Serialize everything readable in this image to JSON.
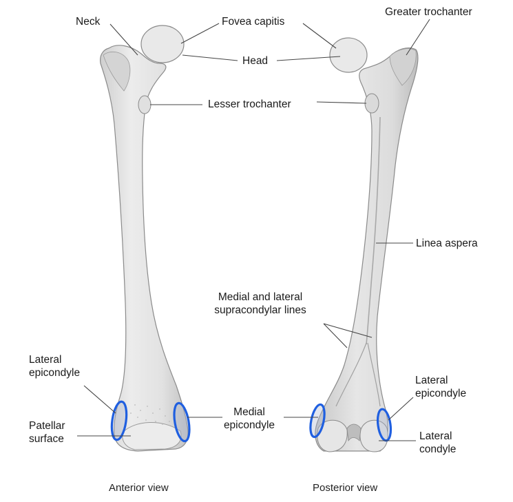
{
  "views": {
    "anterior": "Anterior view",
    "posterior": "Posterior view"
  },
  "labels": {
    "neck": "Neck",
    "fovea_capitis": "Fovea capitis",
    "greater_trochanter": "Greater trochanter",
    "head": "Head",
    "lesser_trochanter": "Lesser trochanter",
    "linea_aspera": "Linea aspera",
    "supracondylar_lines": "Medial and lateral\nsupracondylar lines",
    "lateral_epicondyle_anterior": "Lateral\nepicondyle",
    "patellar_surface": "Patellar\nsurface",
    "medial_epicondyle": "Medial\nepicondyle",
    "lateral_epicondyle_posterior": "Lateral\nepicondyle",
    "lateral_condyle": "Lateral\ncondyle"
  },
  "colors": {
    "bone_fill": "#e3e3e3",
    "bone_shadow": "#c4c4c4",
    "bone_outline": "#8a8a8a",
    "highlight": "#1f5fe0",
    "leader": "#444444"
  }
}
